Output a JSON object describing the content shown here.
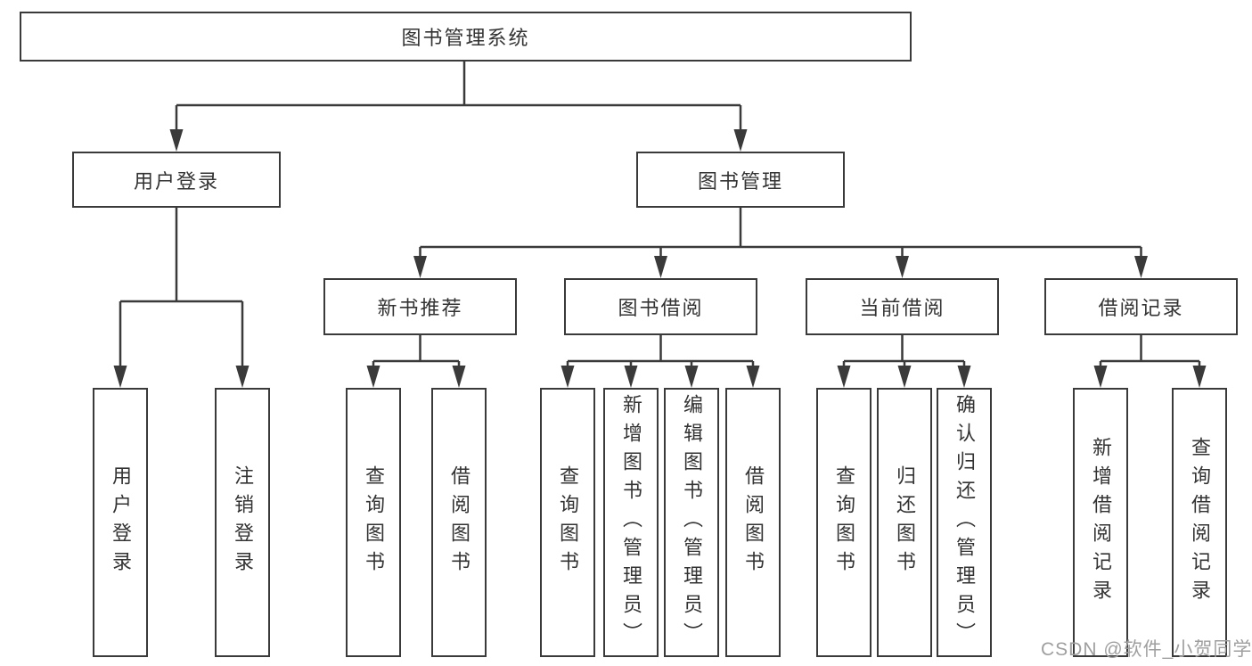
{
  "diagram": {
    "root": {
      "label": "图书管理系统",
      "children": [
        {
          "label": "用户登录",
          "children": [
            {
              "label": "用户登录"
            },
            {
              "label": "注销登录"
            }
          ]
        },
        {
          "label": "图书管理",
          "children": [
            {
              "label": "新书推荐",
              "children": [
                {
                  "label": "查询图书"
                },
                {
                  "label": "借阅图书"
                }
              ]
            },
            {
              "label": "图书借阅",
              "children": [
                {
                  "label": "查询图书"
                },
                {
                  "label": "新增图书（管理员）"
                },
                {
                  "label": "编辑图书（管理员）"
                },
                {
                  "label": "借阅图书"
                }
              ]
            },
            {
              "label": "当前借阅",
              "children": [
                {
                  "label": "查询图书"
                },
                {
                  "label": "归还图书"
                },
                {
                  "label": "确认归还（管理员）"
                }
              ]
            },
            {
              "label": "借阅记录",
              "children": [
                {
                  "label": "新增借阅记录"
                },
                {
                  "label": "查询借阅记录"
                }
              ]
            }
          ]
        }
      ]
    }
  },
  "watermark": {
    "text": "CSDN @软件_小贺同学"
  },
  "colors": {
    "line": "#3a3a3a",
    "text": "#333333",
    "watermark": "#9f9f9f",
    "background": "#ffffff"
  }
}
